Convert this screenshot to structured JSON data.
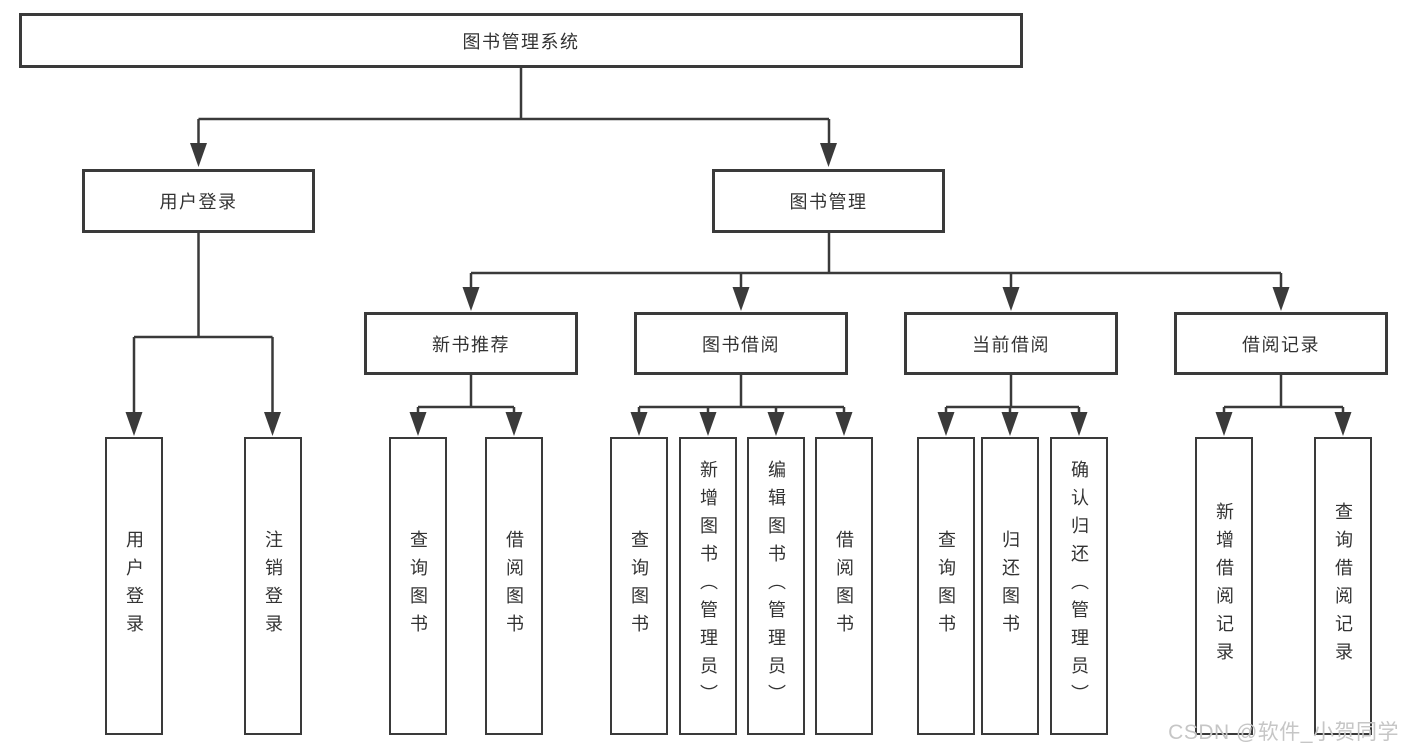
{
  "tree": {
    "root": "图书管理系统",
    "level2": [
      {
        "label": "用户登录",
        "children": [
          {
            "label": "用户登录"
          },
          {
            "label": "注销登录"
          }
        ]
      },
      {
        "label": "图书管理"
      }
    ],
    "level3": [
      {
        "label": "新书推荐",
        "children": [
          {
            "label": "查询图书"
          },
          {
            "label": "借阅图书"
          }
        ]
      },
      {
        "label": "图书借阅",
        "children": [
          {
            "label": "查询图书"
          },
          {
            "label": "新增图书（管理员）"
          },
          {
            "label": "编辑图书（管理员）"
          },
          {
            "label": "借阅图书"
          }
        ]
      },
      {
        "label": "当前借阅",
        "children": [
          {
            "label": "查询图书"
          },
          {
            "label": "归还图书"
          },
          {
            "label": "确认归还（管理员）"
          }
        ]
      },
      {
        "label": "借阅记录",
        "children": [
          {
            "label": "新增借阅记录"
          },
          {
            "label": "查询借阅记录"
          }
        ]
      }
    ]
  },
  "watermark": "CSDN @软件_小贺同学",
  "colors": {
    "line": "#3a3a3a",
    "box_border": "#3a3a3a",
    "text": "#333333",
    "background": "#ffffff",
    "watermark": "#c6c6c6"
  }
}
